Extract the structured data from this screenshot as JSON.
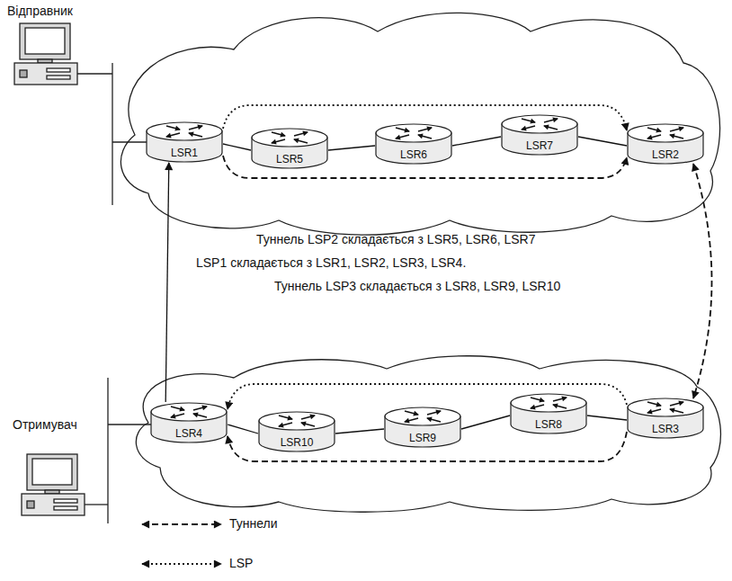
{
  "diagram": {
    "nodes": [
      {
        "text": [
          "LSR1"
        ]
      },
      {
        "text": [
          "LSR5"
        ]
      },
      {
        "text": [
          "LSR6"
        ]
      },
      {
        "text": [
          "LSR7"
        ]
      },
      {
        "text": [
          "LSR2"
        ]
      },
      {
        "text": [
          "LSR4"
        ]
      },
      {
        "text": [
          "LSR10"
        ]
      },
      {
        "text": [
          "LSR9"
        ]
      },
      {
        "text": [
          "LSR8"
        ]
      },
      {
        "text": [
          "LSR3"
        ]
      }
    ],
    "edges": [
      {
        "from": 0,
        "to": 1,
        "arrow": "none"
      },
      {
        "from": 1,
        "to": 2,
        "arrow": "none"
      },
      {
        "from": 2,
        "to": 3,
        "arrow": "none"
      },
      {
        "from": 3,
        "to": 4,
        "arrow": "none"
      },
      {
        "from": 0,
        "to": 4,
        "arrow": "to"
      },
      {
        "from": 0,
        "to": 4,
        "arrow": "to"
      },
      {
        "from": 4,
        "to": 9,
        "arrow": "both"
      },
      {
        "from": 5,
        "to": 6,
        "arrow": "none"
      },
      {
        "from": 6,
        "to": 7,
        "arrow": "none"
      },
      {
        "from": 7,
        "to": 8,
        "arrow": "none"
      },
      {
        "from": 8,
        "to": 9,
        "arrow": "none"
      },
      {
        "from": 9,
        "to": 5,
        "arrow": "to"
      },
      {
        "from": 9,
        "to": 5,
        "arrow": "to"
      },
      {
        "from": 5,
        "to": 0,
        "arrow": "to"
      }
    ],
    "labels": [
      "Відправник",
      "Туннель LSP2 складається з LSR5, LSR6, LSR7",
      "LSP1 складається з LSR1, LSR2, LSR3, LSR4.",
      "Туннель LSP3 складається з LSR8, LSR9, LSR10",
      "Отримувач"
    ],
    "legend": [
      {
        "text": "Туннели"
      },
      {
        "text": "LSP"
      }
    ]
  }
}
